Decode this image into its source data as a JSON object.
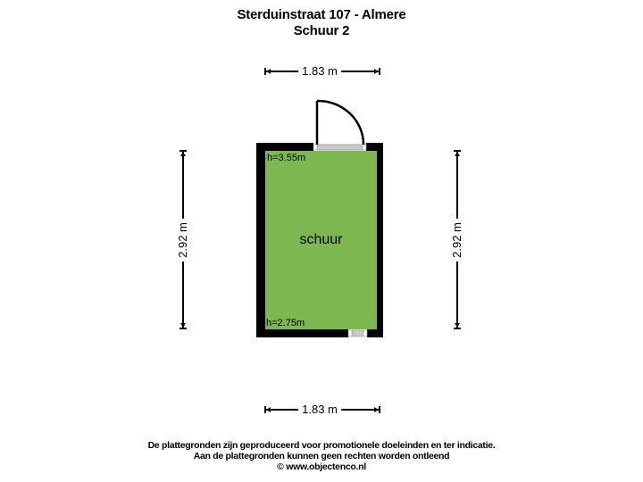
{
  "header": {
    "address": "Sterduinstraat 107 - Almere",
    "floor_name": "Schuur 2"
  },
  "plan": {
    "colors": {
      "room_fill": "#7cb84f",
      "wall": "#000000",
      "window_fill": "#c8c8c8",
      "background": "#ffffff"
    },
    "room": {
      "name": "schuur",
      "height_top_label": "h=3.55m",
      "height_bottom_label": "h=2.75m"
    },
    "dimensions": {
      "top": "1.83 m",
      "bottom": "1.83 m",
      "left": "2.92 m",
      "right": "2.92 m"
    },
    "openings": {
      "door": "top-wall-door",
      "window": "bottom-wall-window"
    }
  },
  "footer": {
    "disclaimer_line1": "De plattegronden zijn geproduceerd voor promotionele doeleinden en ter indicatie.",
    "disclaimer_line2": "Aan de plattegronden kunnen geen rechten worden ontleend",
    "copyright": "© www.objectenco.nl"
  }
}
